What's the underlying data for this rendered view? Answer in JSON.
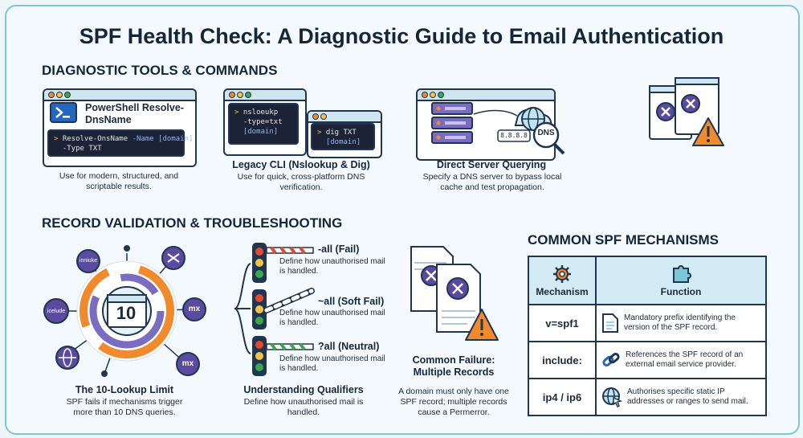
{
  "title": "SPF Health Check: A Diagnostic Guide to Email Authentication",
  "sections": {
    "tools": "DIAGNOSTIC TOOLS & COMMANDS",
    "validation": "RECORD VALIDATION & TROUBLESHOOTING",
    "mechanisms": "COMMON SPF MECHANISMS"
  },
  "tools": {
    "powershell": {
      "name": "PowerShell Resolve-DnsName",
      "cmd_line1": "Resolve-OnsName",
      "cmd_line1_arg": "-Name [domain]",
      "cmd_line2": "-Type TXT",
      "caption": "Use for modern, structured, and scriptable results."
    },
    "legacy": {
      "title": "Legacy CLI (Nslookup & Dig)",
      "nslookup_line1": "nsloeukp",
      "nslookup_line2": "-type=txt",
      "nslookup_line3": "[domain]",
      "dig_line1": "dig TXT",
      "dig_line2": "[domain]",
      "caption": "Use for quick, cross-platform DNS verification."
    },
    "direct": {
      "title": "Direct Server Querying",
      "dns_label": "DNS",
      "ip_label": "8.8.8.8",
      "caption": "Specify a DNS server to bypass local cache and test propagation."
    }
  },
  "lookup": {
    "count": "10",
    "nodes": [
      "inniuke",
      "icelude",
      "mx",
      "mx"
    ],
    "title": "The 10-Lookup Limit",
    "caption": "SPF fails if mechanisms trigger more than 10 DNS queries."
  },
  "qualifiers": {
    "items": [
      {
        "label": "-all (Fail)",
        "desc": "Define how unauthorised mail is handled."
      },
      {
        "label": "~all (Soft Fail)",
        "desc": "Define how unauthorised mail is handled."
      },
      {
        "label": "?all (Neutral)",
        "desc": "Define how unauthorised mail is handled."
      }
    ],
    "title": "Understanding Qualifiers",
    "caption": "Define how unauthorised mail is handled."
  },
  "failure": {
    "title": "Common Failure: Multiple Records",
    "caption": "A domain must only have one SPF record; multiple records cause a Permerror."
  },
  "mechanisms": {
    "col1": "Mechanism",
    "col2": "Function",
    "rows": [
      {
        "mech": "v=spf1",
        "icon": "document-icon",
        "func": "Mandatory prefix identifying the version of the SPF record."
      },
      {
        "mech": "include:",
        "icon": "link-icon",
        "func": "References the SPF record of an external email service provider."
      },
      {
        "mech": "ip4 / ip6",
        "icon": "globe-cursor-icon",
        "func": "Authorises specific static IP addresses or ranges to send mail."
      }
    ]
  },
  "colors": {
    "navy": "#1f3550",
    "orange": "#f08a2c",
    "purple": "#5a4aa0",
    "teal": "#7cc7d6",
    "red": "#e2492f",
    "green": "#3aa84a"
  }
}
